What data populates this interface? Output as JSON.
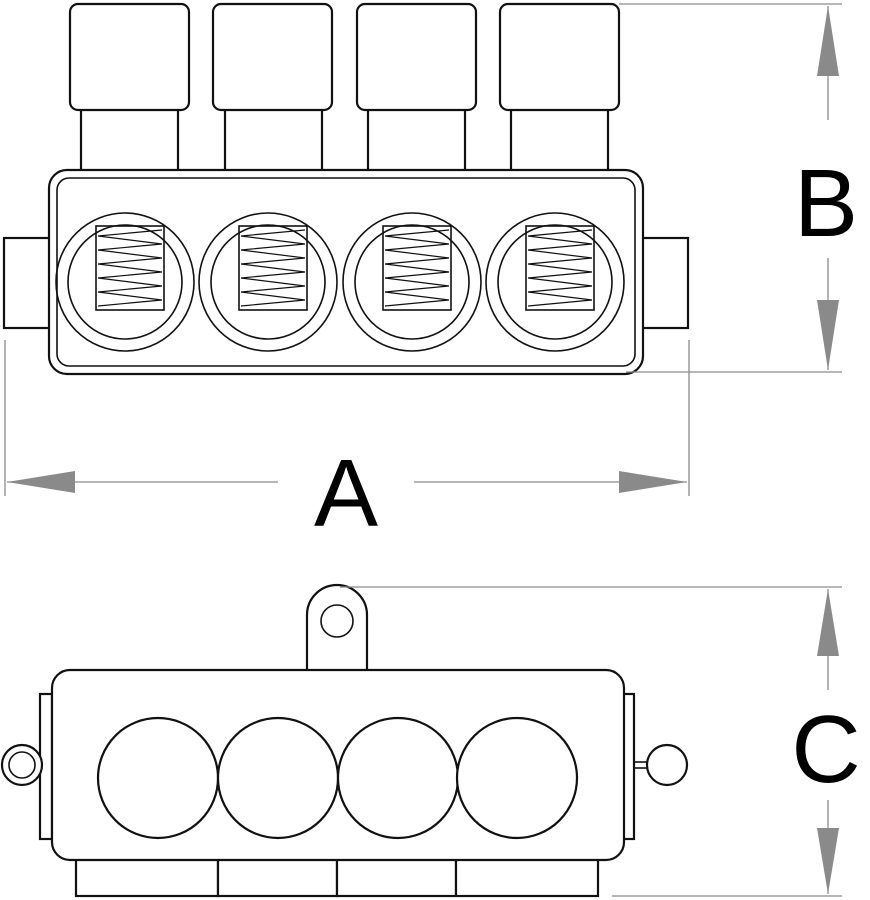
{
  "dimension_labels": {
    "width": "A",
    "height": "B",
    "depth": "C"
  },
  "ports": 4,
  "colors": {
    "line": "#111111",
    "dimension": "#8a8a8a",
    "background": "#ffffff"
  }
}
